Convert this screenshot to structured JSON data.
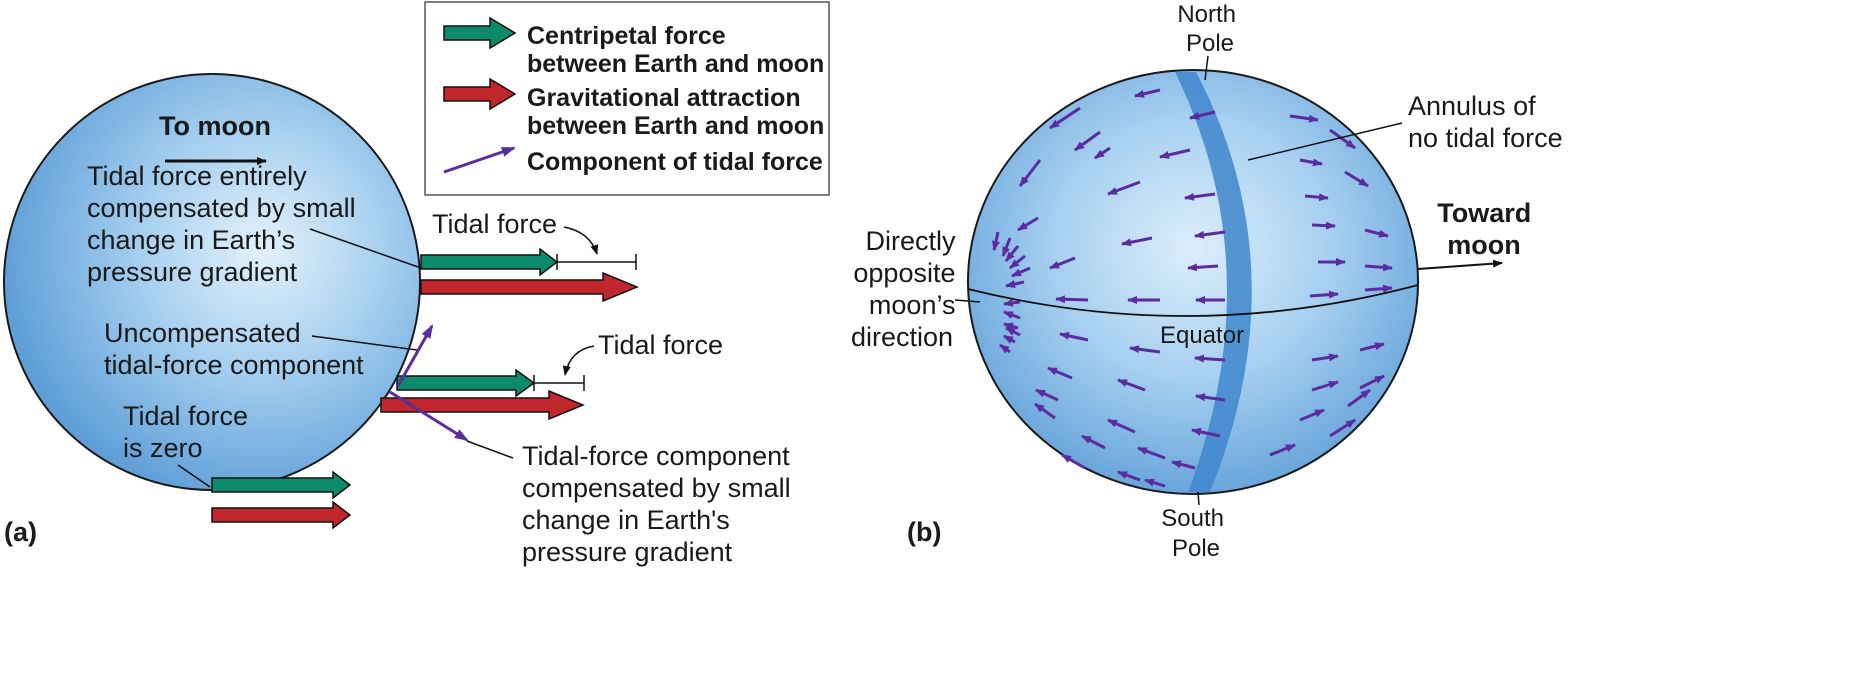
{
  "legend": {
    "centripetal": [
      "Centripetal force",
      "between Earth and moon"
    ],
    "gravitational": [
      "Gravitational attraction",
      "between  Earth and moon"
    ],
    "tidal_component": "Component of tidal force"
  },
  "colors": {
    "centripetal": "#0d8a6c",
    "gravitational": "#c0262c",
    "tidal": "#5b2ca0",
    "earth": "#7fb6e6",
    "annulus": "#3f86cc"
  },
  "panel_a": {
    "panel_label": "(a)",
    "to_moon": "To moon",
    "label_entirely": [
      "Tidal force entirely",
      "compensated by small",
      "change in Earth’s",
      "pressure gradient"
    ],
    "label_uncompensated": [
      "Uncompensated",
      "tidal-force component"
    ],
    "label_zero": [
      "Tidal force",
      "is zero"
    ],
    "label_tidal_force_upper": "Tidal force",
    "label_tidal_force_middle": "Tidal force",
    "label_component_compensated": [
      "Tidal-force component",
      "compensated by small",
      "change in Earth's",
      "pressure gradient"
    ]
  },
  "panel_b": {
    "panel_label": "(b)",
    "north_pole": [
      "North",
      "Pole"
    ],
    "south_pole": [
      "South",
      "Pole"
    ],
    "annulus": [
      "Annulus of",
      "no tidal force"
    ],
    "toward_moon": [
      "Toward",
      "moon"
    ],
    "opposite": [
      "Directly",
      "opposite",
      "moon’s",
      "direction"
    ],
    "equator": "Equator"
  }
}
